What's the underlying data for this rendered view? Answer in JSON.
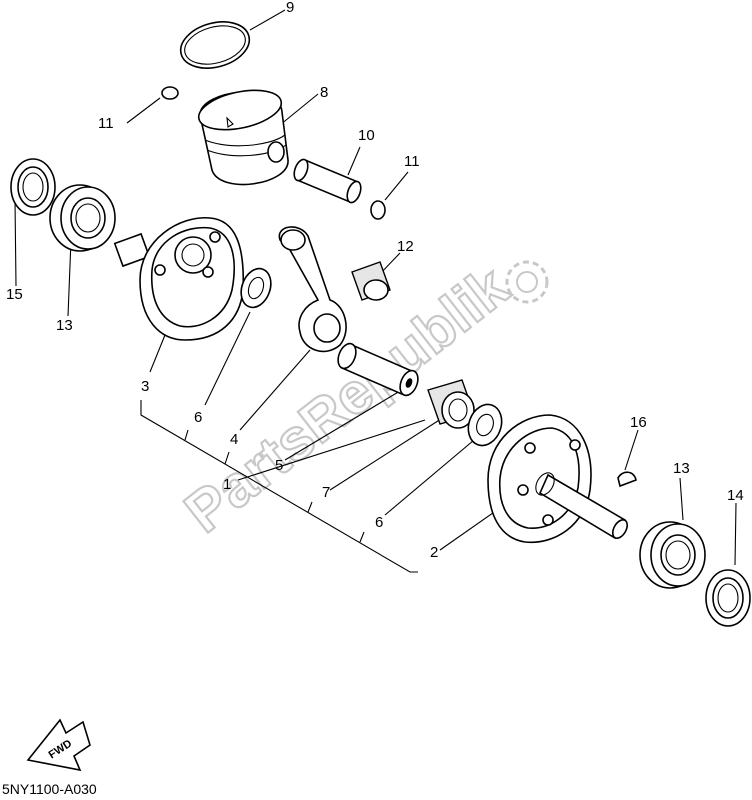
{
  "diagram_code": "5NY1100-A030",
  "watermark": "PartsRepublik",
  "fwd_label": "FWD",
  "callouts": {
    "c1": "1",
    "c2": "2",
    "c3": "3",
    "c4": "4",
    "c5": "5",
    "c6a": "6",
    "c6b": "6",
    "c7": "7",
    "c8": "8",
    "c9": "9",
    "c10": "10",
    "c11a": "11",
    "c11b": "11",
    "c12": "12",
    "c13a": "13",
    "c13b": "13",
    "c14": "14",
    "c15": "15",
    "c16": "16"
  }
}
